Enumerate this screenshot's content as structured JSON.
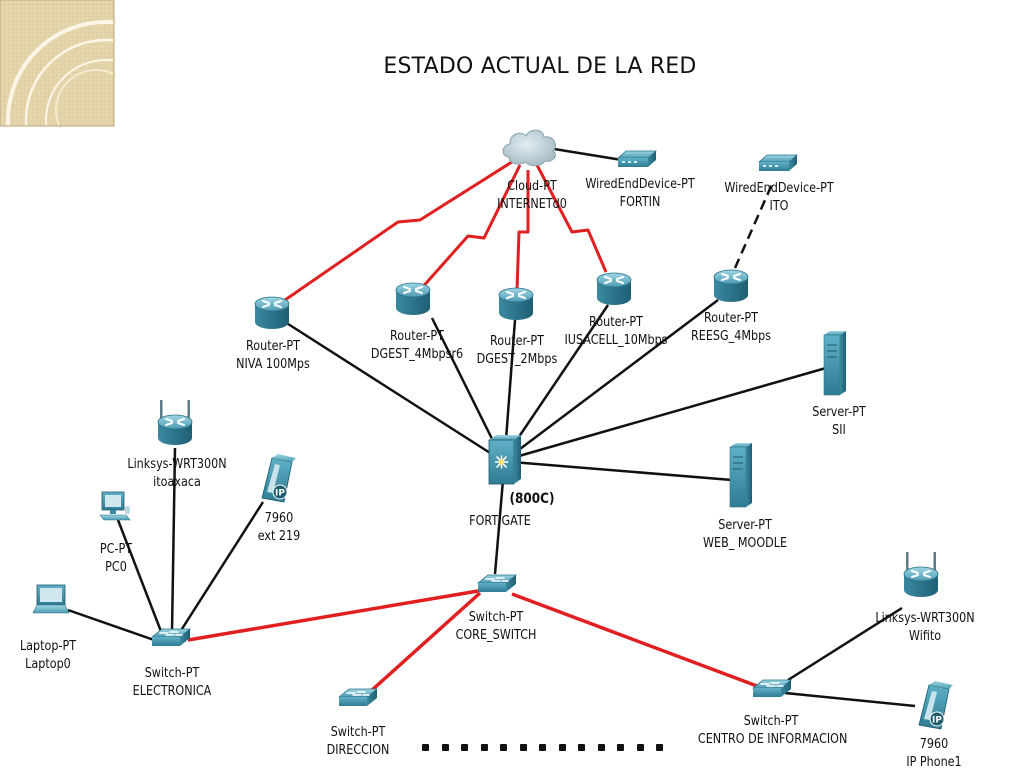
{
  "title": "ESTADO ACTUAL DE LA RED",
  "labels": {
    "cloud": [
      "Cloud-PT",
      "INTERNETd0"
    ],
    "wired_fortin": [
      "WiredEndDevice-PT",
      "FORTIN"
    ],
    "wired_ito": [
      "WiredEndDevice-PT",
      "ITO"
    ],
    "router_niva": [
      "Router-PT",
      "NIVA 100Mps"
    ],
    "router_dgest4": [
      "Router-PT",
      "DGEST_4Mbpsr6"
    ],
    "router_dgest2": [
      "Router-PT",
      "DGEST_2Mbps"
    ],
    "router_iusacell": [
      "Router-PT",
      "IUSACELL_10Mbps"
    ],
    "router_reesg": [
      "Router-PT",
      "REESG_4Mbps"
    ],
    "server_sii": [
      "Server-PT",
      "SII"
    ],
    "server_web": [
      "Server-PT",
      "WEB_ MOODLE"
    ],
    "fortigate_model": "(800C)",
    "fortigate_name": "FORTIGATE",
    "linksys_ito": [
      "Linksys-WRT300N",
      "itoaxaca"
    ],
    "phone_219": [
      "7960",
      "ext 219"
    ],
    "pc0": [
      "PC-PT",
      "PC0"
    ],
    "laptop0": [
      "Laptop-PT",
      "Laptop0"
    ],
    "switch_electronica": [
      "Switch-PT",
      "ELECTRONICA"
    ],
    "switch_core": [
      "Switch-PT",
      "CORE_SWITCH"
    ],
    "switch_direccion": [
      "Switch-PT",
      "DIRECCION"
    ],
    "switch_centro": [
      "Switch-PT",
      "CENTRO DE INFORMACION"
    ],
    "linksys_wifito": [
      "Linksys-WRT300N",
      "Wifito"
    ],
    "phone_ip1": [
      "7960",
      "IP Phone1"
    ]
  },
  "colors": {
    "serial_link": "#e02020",
    "ethernet_link": "#111111",
    "device_fill": "#3f8fa6",
    "device_dark": "#236a80"
  },
  "icons": {
    "cloud": "cloud-icon",
    "router": "router-icon",
    "switch": "switch-icon",
    "server": "server-icon",
    "firewall": "firewall-icon",
    "wireless_router": "wireless-router-icon",
    "phone": "ip-phone-icon",
    "pc": "pc-icon",
    "laptop": "laptop-icon",
    "wired_device": "wired-device-icon"
  }
}
